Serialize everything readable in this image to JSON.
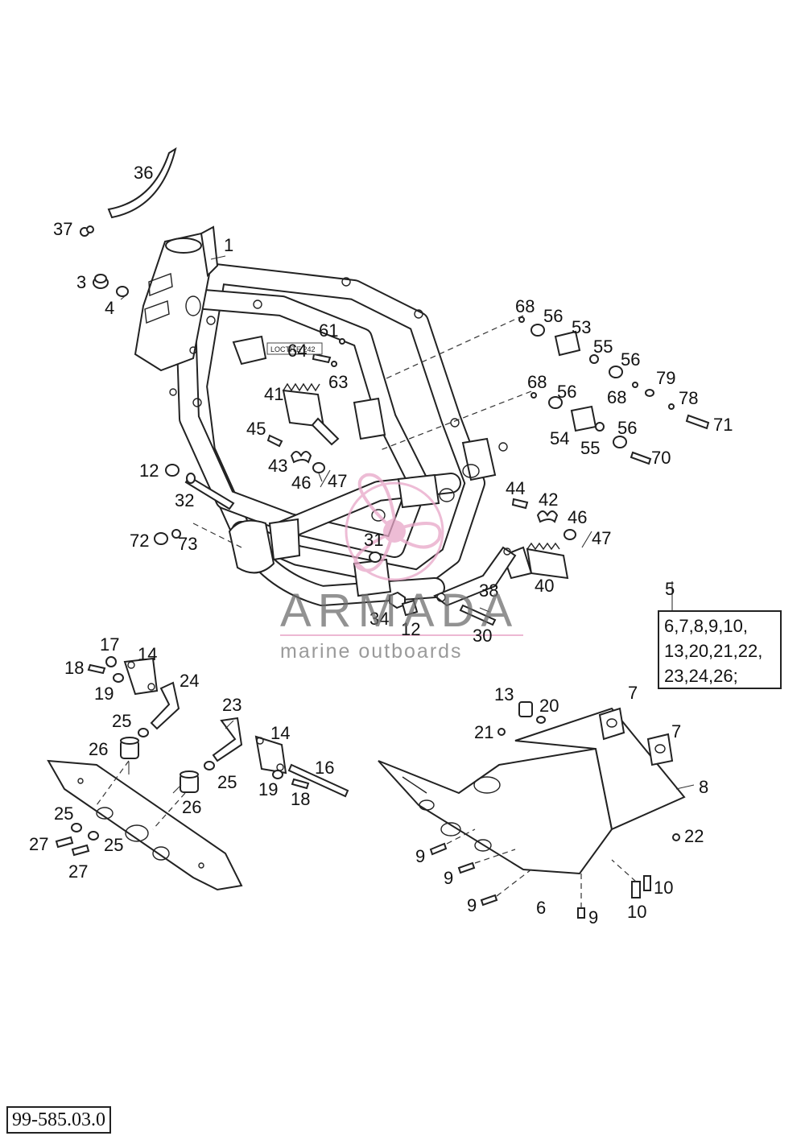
{
  "callouts": [
    {
      "id": "c1",
      "label": "36"
    },
    {
      "id": "c2",
      "label": "37"
    },
    {
      "id": "c3",
      "label": "1"
    },
    {
      "id": "c4",
      "label": "3"
    },
    {
      "id": "c5",
      "label": "4"
    },
    {
      "id": "c6",
      "label": "68"
    },
    {
      "id": "c7",
      "label": "56"
    },
    {
      "id": "c8",
      "label": "53"
    },
    {
      "id": "c9",
      "label": "55"
    },
    {
      "id": "c10",
      "label": "56"
    },
    {
      "id": "c11",
      "label": "61"
    },
    {
      "id": "c12",
      "label": "64"
    },
    {
      "id": "c13",
      "label": "63"
    },
    {
      "id": "c14",
      "label": "68"
    },
    {
      "id": "c15",
      "label": "56"
    },
    {
      "id": "c16",
      "label": "79"
    },
    {
      "id": "c17",
      "label": "68"
    },
    {
      "id": "c18",
      "label": "78"
    },
    {
      "id": "c19",
      "label": "41"
    },
    {
      "id": "c20",
      "label": "71"
    },
    {
      "id": "c21",
      "label": "45"
    },
    {
      "id": "c22",
      "label": "56"
    },
    {
      "id": "c23",
      "label": "54"
    },
    {
      "id": "c24",
      "label": "55"
    },
    {
      "id": "c25",
      "label": "70"
    },
    {
      "id": "c26",
      "label": "43"
    },
    {
      "id": "c27",
      "label": "46"
    },
    {
      "id": "c28",
      "label": "47"
    },
    {
      "id": "c29",
      "label": "12"
    },
    {
      "id": "c30",
      "label": "32"
    },
    {
      "id": "c31",
      "label": "44"
    },
    {
      "id": "c32",
      "label": "42"
    },
    {
      "id": "c33",
      "label": "46"
    },
    {
      "id": "c34",
      "label": "47"
    },
    {
      "id": "c35",
      "label": "72"
    },
    {
      "id": "c36",
      "label": "73"
    },
    {
      "id": "c37",
      "label": "31"
    },
    {
      "id": "c38",
      "label": "40"
    },
    {
      "id": "c39",
      "label": "38"
    },
    {
      "id": "c40",
      "label": "34"
    },
    {
      "id": "c41",
      "label": "12"
    },
    {
      "id": "c42",
      "label": "30"
    },
    {
      "id": "c43",
      "label": "17"
    },
    {
      "id": "c44",
      "label": "14"
    },
    {
      "id": "c45",
      "label": "18"
    },
    {
      "id": "c46",
      "label": "19"
    },
    {
      "id": "c47",
      "label": "24"
    },
    {
      "id": "c48",
      "label": "23"
    },
    {
      "id": "c49",
      "label": "25"
    },
    {
      "id": "c50",
      "label": "26"
    },
    {
      "id": "c51",
      "label": "14"
    },
    {
      "id": "c52",
      "label": "16"
    },
    {
      "id": "c53",
      "label": "25"
    },
    {
      "id": "c54",
      "label": "19"
    },
    {
      "id": "c55",
      "label": "18"
    },
    {
      "id": "c56",
      "label": "26"
    },
    {
      "id": "c57",
      "label": "25"
    },
    {
      "id": "c58",
      "label": "27"
    },
    {
      "id": "c59",
      "label": "25"
    },
    {
      "id": "c60",
      "label": "27"
    },
    {
      "id": "c61",
      "label": "13"
    },
    {
      "id": "c62",
      "label": "20"
    },
    {
      "id": "c63",
      "label": "7"
    },
    {
      "id": "c64",
      "label": "21"
    },
    {
      "id": "c65",
      "label": "7"
    },
    {
      "id": "c66",
      "label": "8"
    },
    {
      "id": "c67",
      "label": "22"
    },
    {
      "id": "c68",
      "label": "9"
    },
    {
      "id": "c69",
      "label": "9"
    },
    {
      "id": "c70",
      "label": "10"
    },
    {
      "id": "c71",
      "label": "9"
    },
    {
      "id": "c72",
      "label": "6"
    },
    {
      "id": "c73",
      "label": "10"
    },
    {
      "id": "c74",
      "label": "9"
    }
  ],
  "loctite_note": "LOCTITE 242",
  "kit": {
    "number": "5",
    "lines": [
      "6,7,8,9,10,",
      "13,20,21,22,",
      "23,24,26;"
    ]
  },
  "watermark": {
    "title": "ARMADA",
    "subtitle": "marine outboards",
    "color": "#e8a6c8"
  },
  "reference": "99-585.03.0"
}
